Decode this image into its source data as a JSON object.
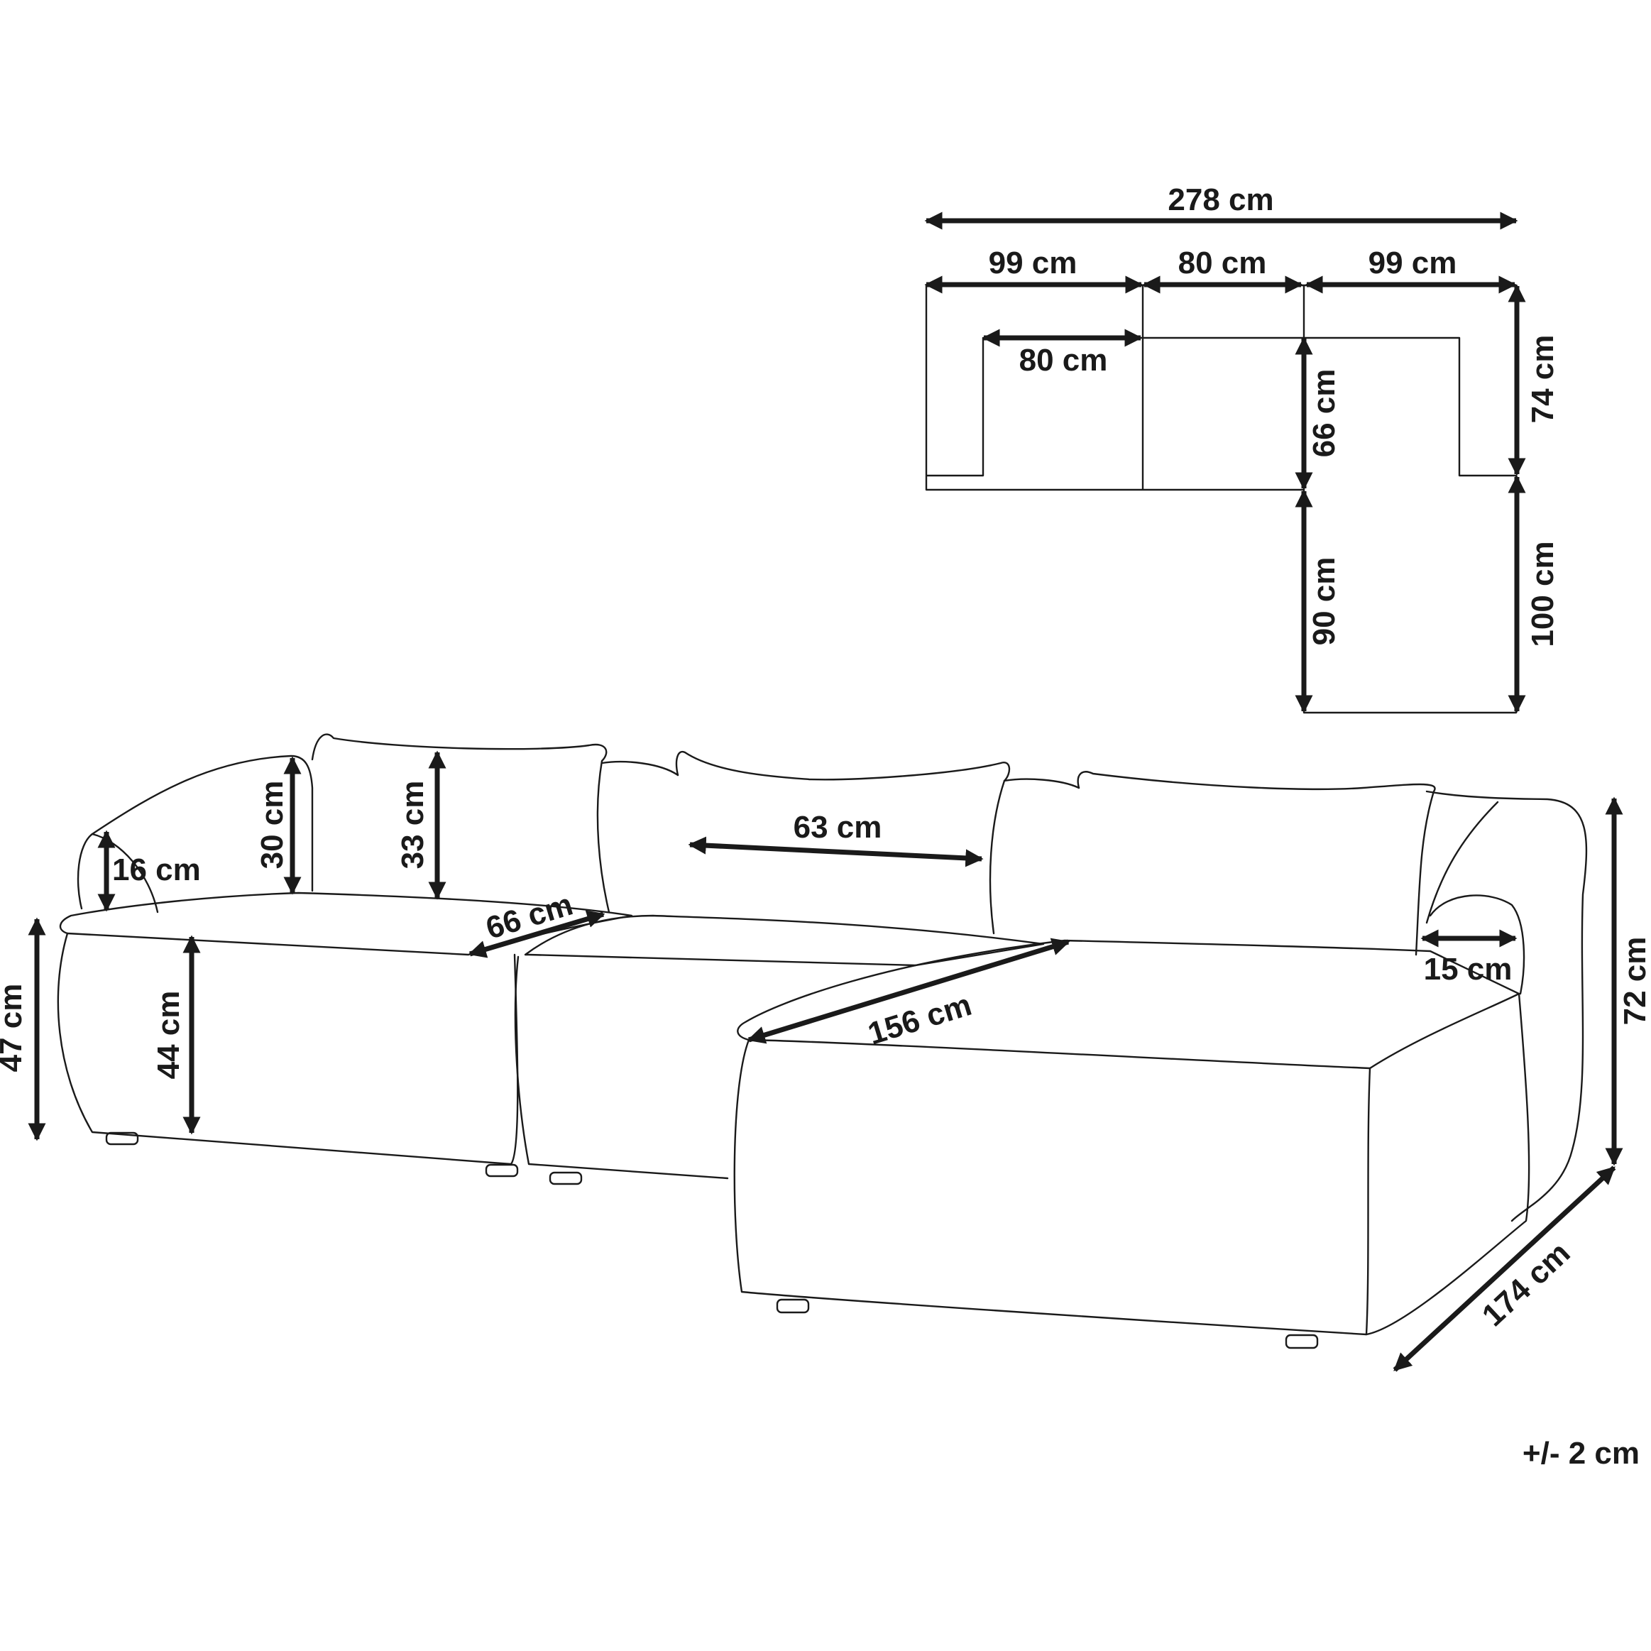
{
  "plan": {
    "total_width": "278 cm",
    "left_width": "99 cm",
    "middle_width": "80 cm",
    "right_width": "99 cm",
    "seat_depth_left": "80 cm",
    "seat_depth_chaise": "66 cm",
    "back_depth": "74 cm",
    "chaise_extension": "90 cm",
    "chaise_length": "100 cm"
  },
  "sofa": {
    "armrest_height": "16 cm",
    "back_cushion_height": "30 cm",
    "pillow_height": "33 cm",
    "pillow_width": "63 cm",
    "seat_depth": "66 cm",
    "total_height": "47 cm",
    "seat_height": "44 cm",
    "chaise_seat_length": "156 cm",
    "arm_width": "15 cm",
    "back_height": "72 cm",
    "chaise_depth": "174 cm"
  },
  "tolerance": "+/- 2 cm"
}
